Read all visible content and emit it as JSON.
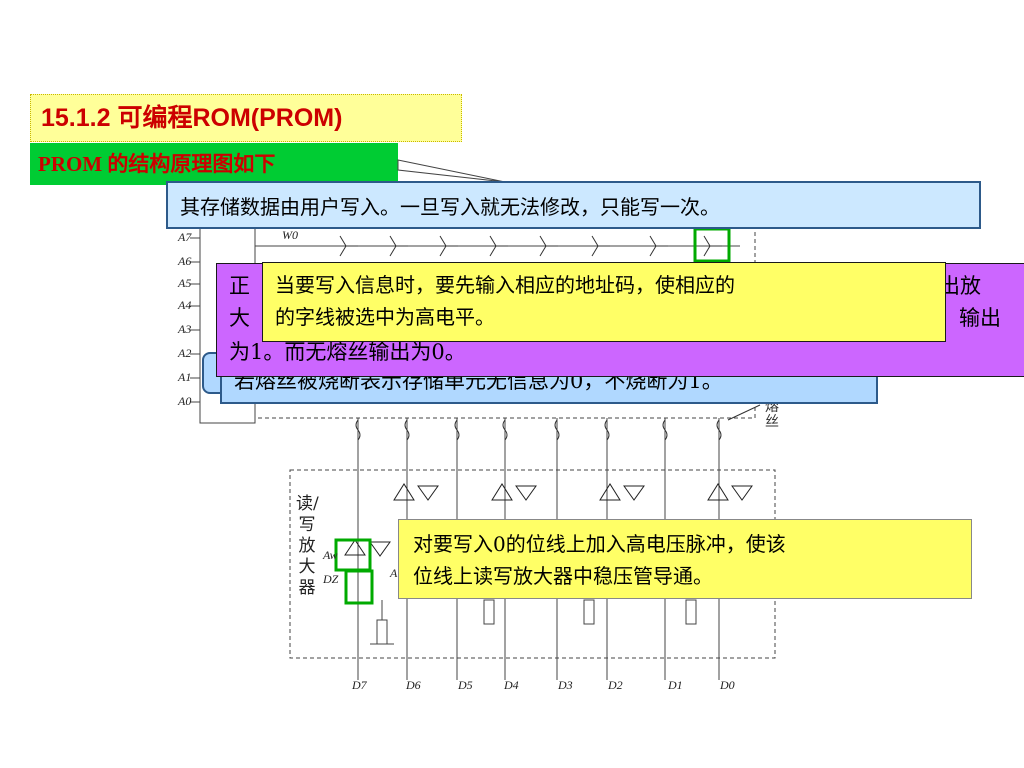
{
  "title": "15.1.2 可编程ROM(PROM)",
  "subtitle": "PROM 的结构原理图如下",
  "notes": {
    "user_write": "其存储数据由用户写入。一旦写入就无法修改，只能写一次。",
    "read_normal_visible": [
      "正",
      "出放",
      "大",
      "输出",
      "为1。而无熔丝输出为0。"
    ],
    "write_address": [
      "当要写入信息时，要先输入相应的地址码，使相应的",
      "的字线被选中为高电平。"
    ],
    "fuse": "若熔丝被烧断表示存储单元无信息为0，不烧断为1。",
    "write_pulse": [
      "对要写入0的位线上加入高电压脉冲，使该",
      "位线上读写放大器中稳压管导通。"
    ]
  },
  "diagram": {
    "address_labels": [
      "A7",
      "A6",
      "A5",
      "A4",
      "A3",
      "A2",
      "A1",
      "A0"
    ],
    "word_line_label": "W0",
    "data_labels": [
      "D7",
      "D6",
      "D5",
      "D4",
      "D3",
      "D2",
      "D1",
      "D0"
    ],
    "amp_label": "读/写放大器",
    "fuse_label": "熔丝",
    "aw_label": "Aw",
    "dz_label": "DZ",
    "a_label": "A"
  },
  "colors": {
    "title_bg": "#ffff99",
    "title_text": "#cc0000",
    "subtitle_bg": "#00cc33",
    "blue_note": "#cce8ff",
    "purple_note": "#cc66ff",
    "yellow_note": "#ffff66",
    "highlight": "#00aa00"
  }
}
